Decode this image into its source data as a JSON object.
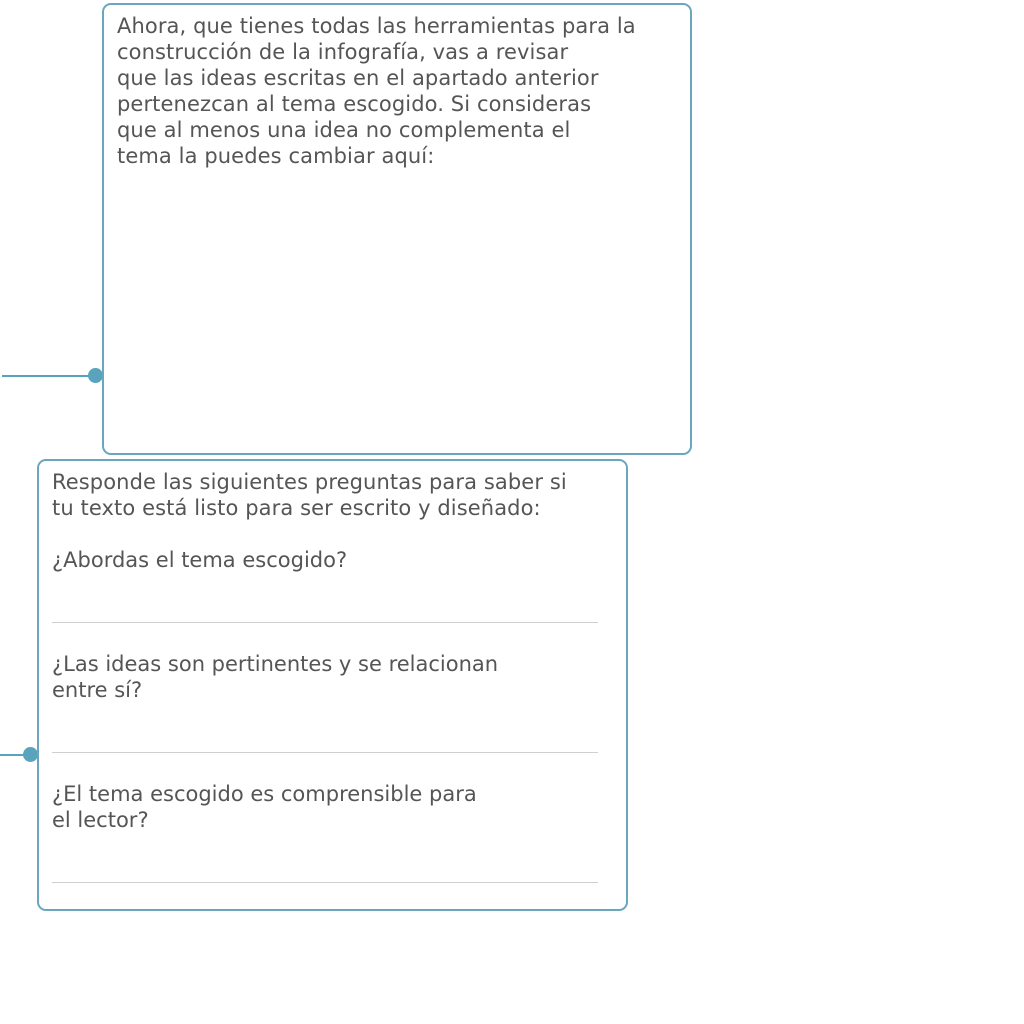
{
  "prompt_box": {
    "text": "Ahora, que tienes todas las herramientas para la\nconstrucción de la infografía, vas a revisar\nque las ideas escritas en el apartado anterior\npertenezcan al tema escogido. Si consideras\nque al menos una idea no complementa el\ntema la puedes cambiar aquí:",
    "answer": ""
  },
  "questions_box": {
    "intro": "Responde las siguientes preguntas para saber si\ntu texto está listo para ser escrito y diseñado:",
    "questions": [
      {
        "text": "¿Abordas el tema escogido?",
        "answer": ""
      },
      {
        "text": "¿Las ideas son pertinentes y se relacionan\nentre sí?",
        "answer": ""
      },
      {
        "text": "¿El tema escogido es comprensible para\nel lector?",
        "answer": ""
      }
    ]
  },
  "colors": {
    "border": "#6aa7bd",
    "connector": "#5aa3bc",
    "text": "#555555",
    "answer_line": "#cfcfcf"
  }
}
